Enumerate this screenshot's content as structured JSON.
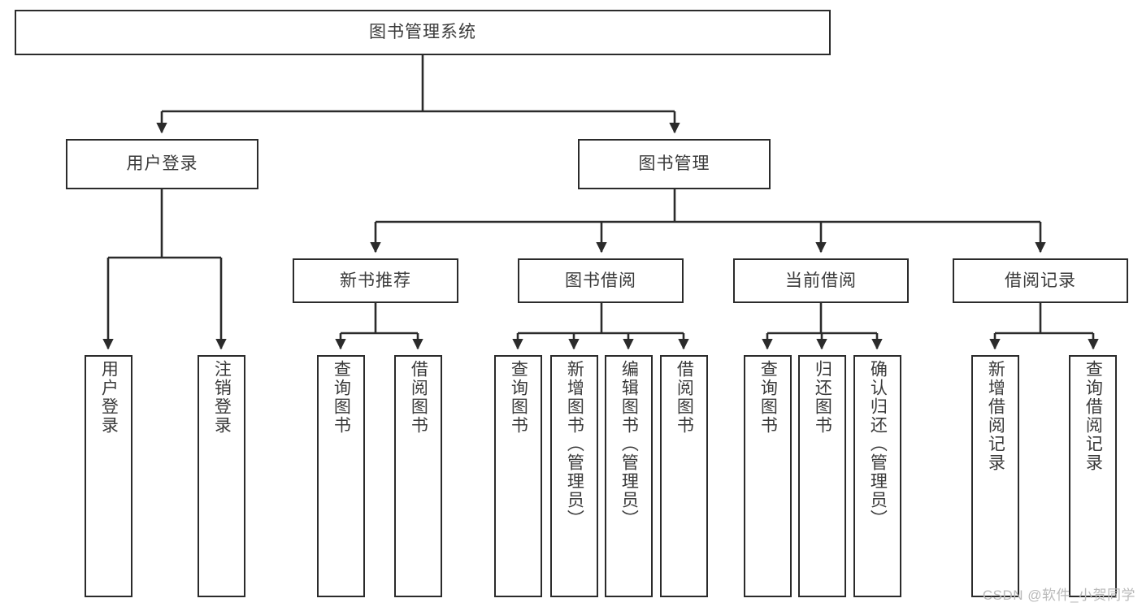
{
  "diagram": {
    "title": "图书管理系统",
    "type": "tree",
    "watermark": "CSDN @软件_小贺同学",
    "colors": {
      "box_border": "#2b2b2b",
      "box_fill": "#ffffff",
      "text": "#3a3a3a",
      "wire": "#2b2b2b",
      "watermark": "#b9b9b9",
      "page_background": "#ffffff"
    },
    "root": {
      "label": "图书管理系统"
    },
    "level1": [
      {
        "label": "用户登录"
      },
      {
        "label": "图书管理"
      }
    ],
    "level2": [
      {
        "label": "新书推荐"
      },
      {
        "label": "图书借阅"
      },
      {
        "label": "当前借阅"
      },
      {
        "label": "借阅记录"
      }
    ],
    "leaves": {
      "user_login": [
        {
          "label": "用户登录"
        },
        {
          "label": "注销登录"
        }
      ],
      "new_book_recommend": [
        {
          "label": "查询图书"
        },
        {
          "label": "借阅图书"
        }
      ],
      "book_borrow": [
        {
          "label": "查询图书"
        },
        {
          "label": "新增图书（管理员）"
        },
        {
          "label": "编辑图书（管理员）"
        },
        {
          "label": "借阅图书"
        }
      ],
      "current_borrow": [
        {
          "label": "查询图书"
        },
        {
          "label": "归还图书"
        },
        {
          "label": "确认归还（管理员）"
        }
      ],
      "borrow_record": [
        {
          "label": "新增借阅记录"
        },
        {
          "label": "查询借阅记录"
        }
      ]
    }
  }
}
